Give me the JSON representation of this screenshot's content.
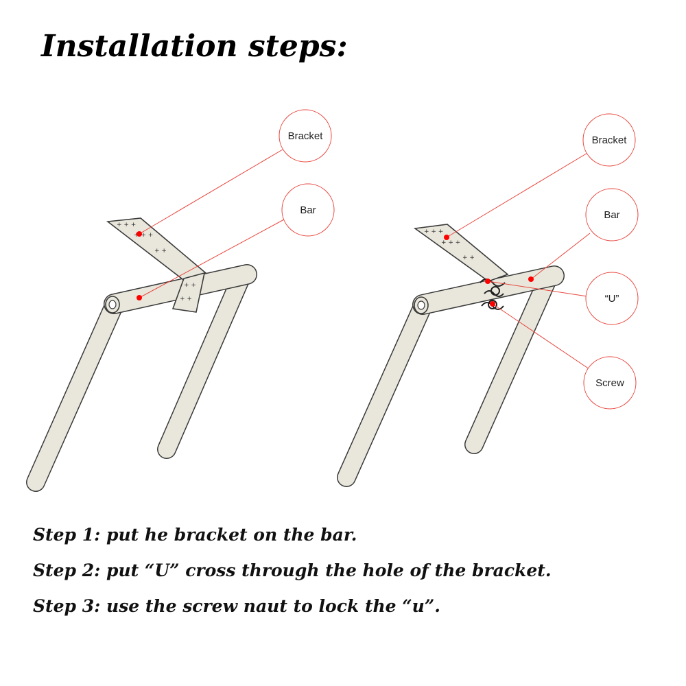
{
  "title": "Installation steps:",
  "left_diagram": {
    "callouts": [
      {
        "id": "bracket",
        "label": "Bracket"
      },
      {
        "id": "bar",
        "label": "Bar"
      }
    ]
  },
  "right_diagram": {
    "callouts": [
      {
        "id": "bracket",
        "label": "Bracket"
      },
      {
        "id": "bar",
        "label": "Bar"
      },
      {
        "id": "u",
        "label": "“U”"
      },
      {
        "id": "screw",
        "label": "Screw"
      }
    ]
  },
  "steps": [
    "Step 1: put he bracket on the bar.",
    "Step 2: put “U” cross through the hole of the bracket.",
    "Step 3: use the screw naut to lock the “u”."
  ],
  "colors": {
    "callout": "#e8453c",
    "tube_fill": "#e9e7dc",
    "tube_stroke": "#3a3a3a",
    "dot": "#ff0000"
  }
}
